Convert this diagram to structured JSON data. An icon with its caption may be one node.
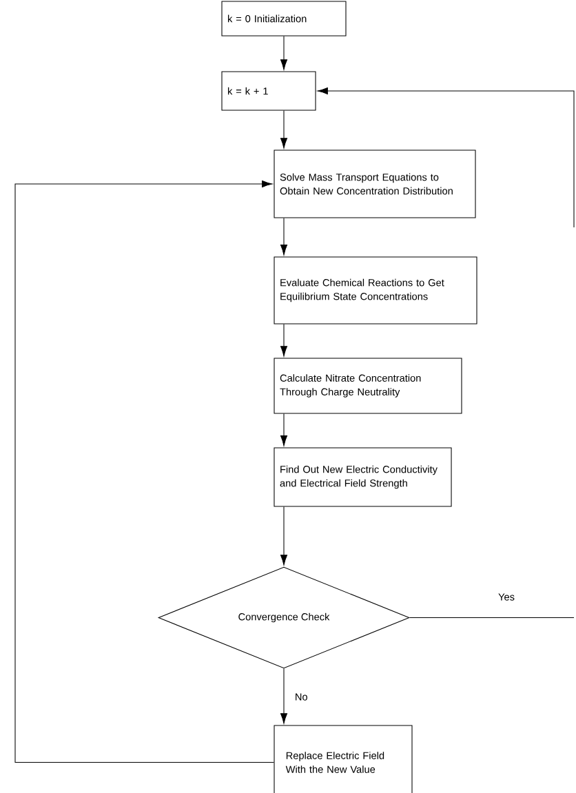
{
  "diagram": {
    "nodes": [
      {
        "text": [
          "k = 0 Initialization"
        ]
      },
      {
        "text": [
          "k = k + 1"
        ]
      },
      {
        "text": [
          "Solve Mass Transport Equations to Obtain New Concentration Distribution"
        ]
      },
      {
        "text": [
          "Evaluate Chemical Reactions to Get Equilibrium State Concentrations"
        ]
      },
      {
        "text": [
          "Calculate Nitrate Concentration Through Charge Neutrality"
        ]
      },
      {
        "text": [
          "Find Out New Electric Conductivity and Electrical Field Strength"
        ]
      },
      {
        "text": [
          "Convergence Check"
        ]
      },
      {
        "text": [
          "Replace Electric Field With the New Value"
        ]
      }
    ],
    "edges": [
      {
        "from": 0,
        "to": 1,
        "arrow": "to"
      },
      {
        "from": 1,
        "to": 2,
        "arrow": "to"
      },
      {
        "from": 2,
        "to": 3,
        "arrow": "to"
      },
      {
        "from": 3,
        "to": 4,
        "arrow": "to"
      },
      {
        "from": 4,
        "to": 5,
        "arrow": "to"
      },
      {
        "from": 5,
        "to": 6,
        "arrow": "to"
      },
      {
        "from": 6,
        "to": 7,
        "arrow": "to",
        "label": "No"
      },
      {
        "from": 7,
        "to": 2,
        "arrow": "to"
      },
      {
        "from": 6,
        "to": null,
        "arrow": "none",
        "label": "Yes"
      },
      {
        "from": null,
        "to": 1,
        "arrow": "to"
      }
    ]
  }
}
